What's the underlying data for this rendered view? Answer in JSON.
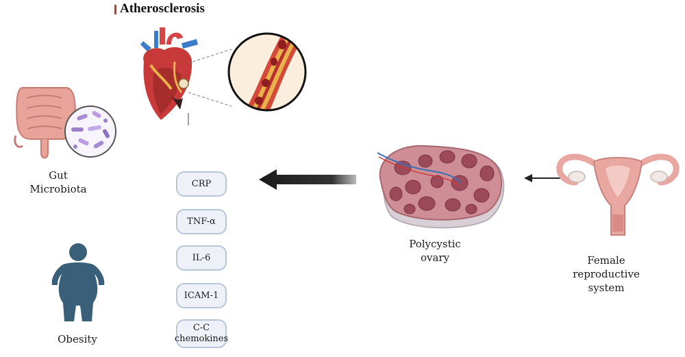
{
  "title": "Atherosclerosis",
  "labels": {
    "gut": "Gut\nMicrobiota",
    "obesity": "Obesity",
    "ovary": "Polycystic\novary",
    "female": "Female\nreproductive\nsystem"
  },
  "markers": [
    "CRP",
    "TNF-α",
    "IL-6",
    "ICAM-1",
    "C-C\nchemokines"
  ],
  "colors": {
    "accent": "#c0392b",
    "pill_border": "#b7c6d8",
    "pill_fill": "#eef2f8",
    "silhouette": "#3a5f78"
  },
  "icons": [
    "heart-icon",
    "artery-plaque-icon",
    "intestine-icon",
    "bacteria-icon",
    "person-icon",
    "ovary-icon",
    "uterus-icon",
    "arrow-icon"
  ]
}
